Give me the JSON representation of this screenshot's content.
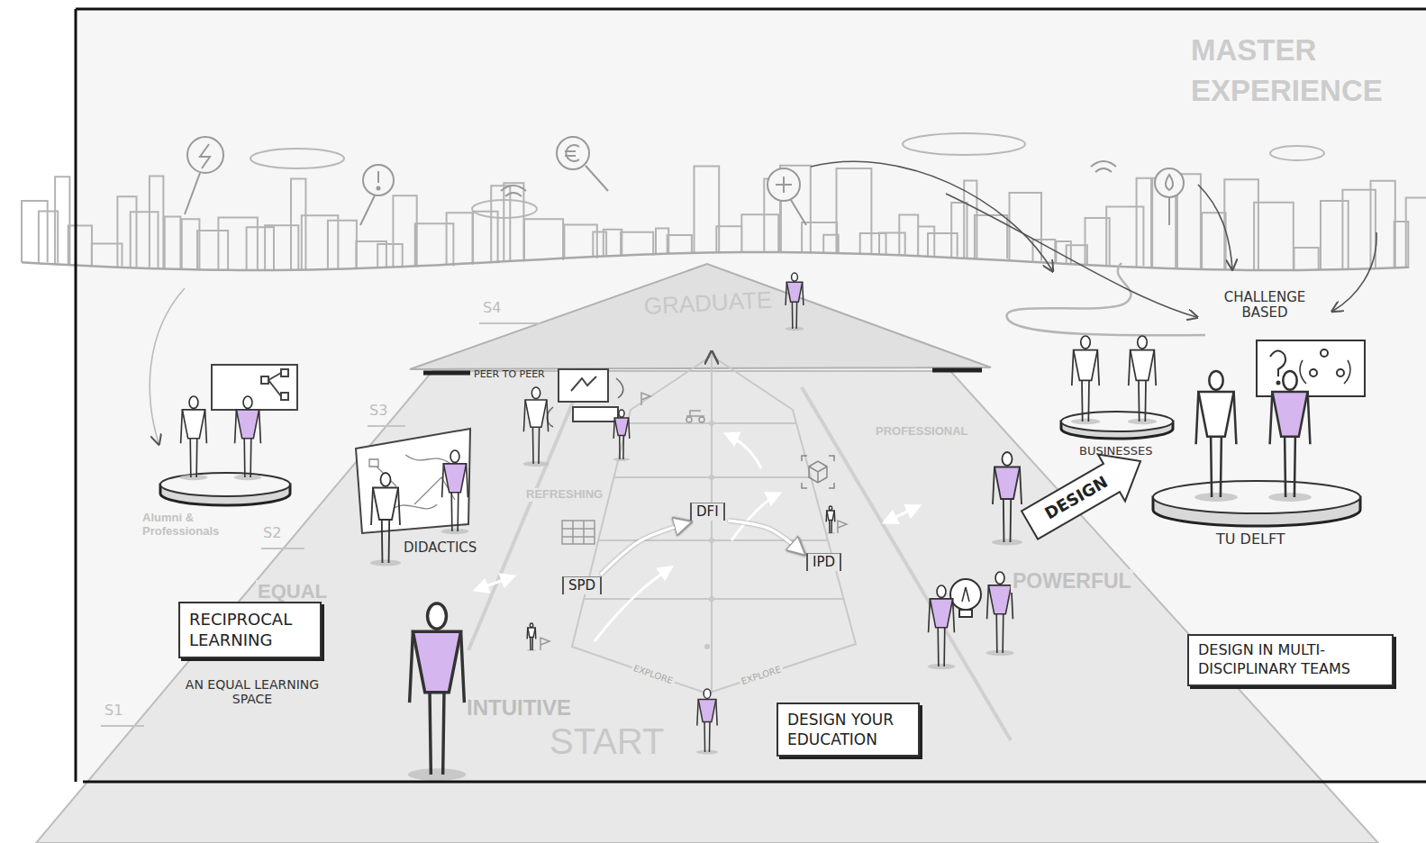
{
  "diagram": {
    "title": "MASTER EXPERIENCE",
    "nodes": [
      {
        "text": [
          "RECIPROCAL LEARNING"
        ]
      },
      {
        "text": [
          "SPD"
        ]
      },
      {
        "text": [
          "DFI"
        ]
      },
      {
        "text": [
          "IPD"
        ]
      },
      {
        "text": [
          "DESIGN YOUR EDUCATION"
        ]
      },
      {
        "text": [
          "DESIGN IN MULTI-DISCIPLINARY TEAMS"
        ]
      }
    ],
    "edges": [
      {
        "from": 1,
        "to": 2,
        "arrow": "to"
      },
      {
        "from": 2,
        "to": 3,
        "arrow": "to"
      }
    ],
    "labels": [
      "S4",
      "S3",
      "S2",
      "S1",
      "GRADUATE",
      "START",
      "PEER TO PEER",
      "DIDACTICS",
      "REFRESHING",
      "PROFESSIONAL",
      "Alumni & Professionals",
      "EQUAL",
      "INTUITIVE",
      "POWERFUL",
      "AN EQUAL LEARNING SPACE",
      "CHALLENGE BASED",
      "BUSINESSES",
      "TU DELFT",
      "DESIGN",
      "EXPLORE",
      "EXPLORE"
    ]
  }
}
